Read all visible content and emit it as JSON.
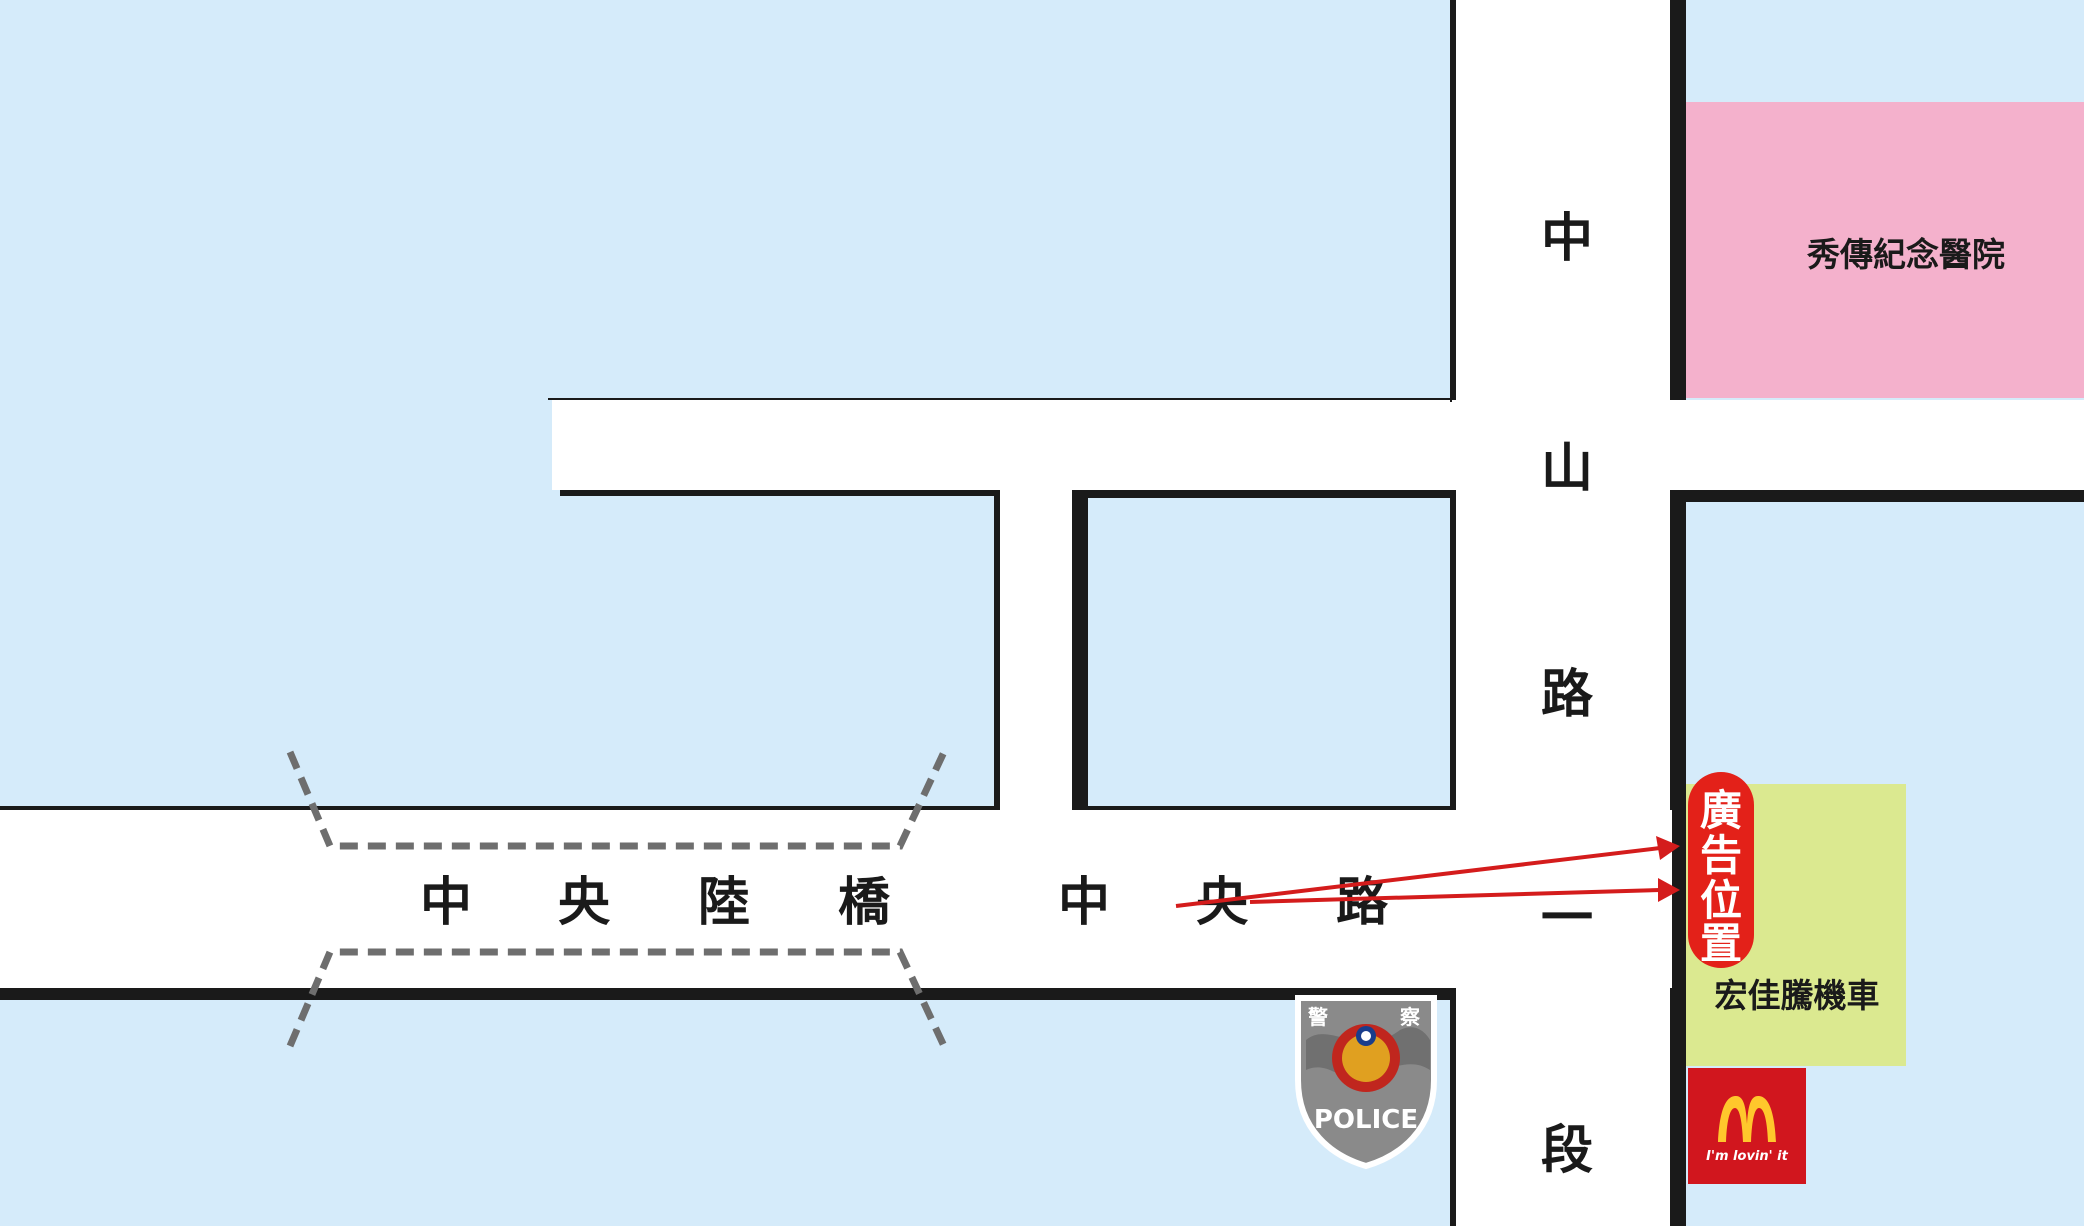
{
  "roads": {
    "vertical_main": {
      "chars": [
        "中",
        "山",
        "路",
        "一",
        "段"
      ]
    },
    "horizontal_main": {
      "chars": [
        "中",
        "央",
        "路"
      ]
    },
    "bridge": {
      "chars": [
        "中",
        "央",
        "陸",
        "橋"
      ]
    }
  },
  "landmarks": {
    "hospital": {
      "label": "秀傳紀念醫院",
      "color": "#f4b1cc"
    },
    "motor_shop": {
      "label": "宏佳騰機車",
      "color": "#dbe990"
    },
    "ad_location": {
      "chars": [
        "廣",
        "告",
        "位",
        "置"
      ],
      "color": "#e32119"
    },
    "mcdonalds": {
      "logo": "M",
      "slogan": "I'm lovin' it",
      "color": "#d1161e",
      "logo_color": "#ffc72c"
    },
    "police": {
      "top_left": "警",
      "top_right": "察",
      "label": "POLICE",
      "color": "#8a8a8a",
      "emblem_color": "#c0261e"
    }
  },
  "colors": {
    "block": "#d5ebfa",
    "road": "#ffffff",
    "edge": "#1a1a1a",
    "arrow": "#d41c1c",
    "bridge_dash": "#6e6e6e"
  },
  "icons": [
    "mcdonalds-icon",
    "police-badge-icon",
    "ad-arrow-icon"
  ]
}
